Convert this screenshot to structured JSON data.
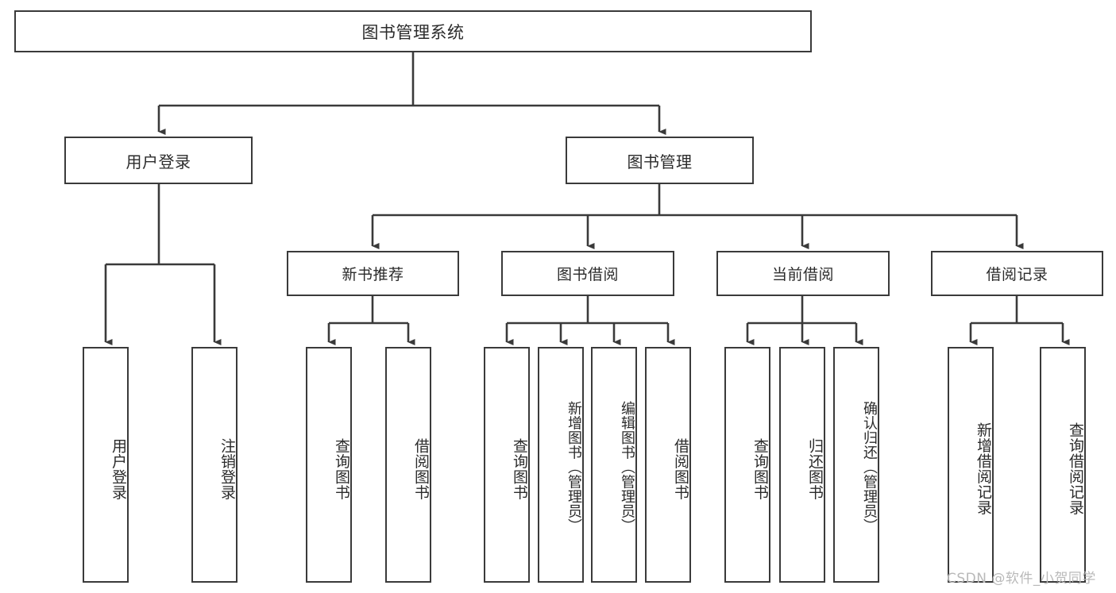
{
  "diagram": {
    "title": "图书管理系统",
    "type": "tree-hierarchy-diagram",
    "colors": {
      "box_border": "#3a3a3a",
      "box_fill": "#ffffff",
      "connector": "#3a3a3a",
      "text": "#2b2b2b",
      "watermark": "#b9b9b9",
      "background": "#ffffff"
    },
    "root": {
      "label": "图书管理系统"
    },
    "level2": [
      {
        "label": "用户登录"
      },
      {
        "label": "图书管理"
      }
    ],
    "level3": [
      {
        "label": "新书推荐"
      },
      {
        "label": "图书借阅"
      },
      {
        "label": "当前借阅"
      },
      {
        "label": "借阅记录"
      }
    ],
    "leaves": {
      "user_login": [
        {
          "label": "用户登录"
        },
        {
          "label": "注销登录"
        }
      ],
      "new_book_recommend": [
        {
          "label": "查询图书"
        },
        {
          "label": "借阅图书"
        }
      ],
      "book_borrow": [
        {
          "label": "查询图书"
        },
        {
          "label": "新增图书（管理员）"
        },
        {
          "label": "编辑图书（管理员）"
        },
        {
          "label": "借阅图书"
        }
      ],
      "current_borrow": [
        {
          "label": "查询图书"
        },
        {
          "label": "归还图书"
        },
        {
          "label": "确认归还（管理员）"
        }
      ],
      "borrow_records": [
        {
          "label": "新增借阅记录"
        },
        {
          "label": "查询借阅记录"
        }
      ]
    },
    "watermark": "CSDN @软件_小贺同学"
  }
}
